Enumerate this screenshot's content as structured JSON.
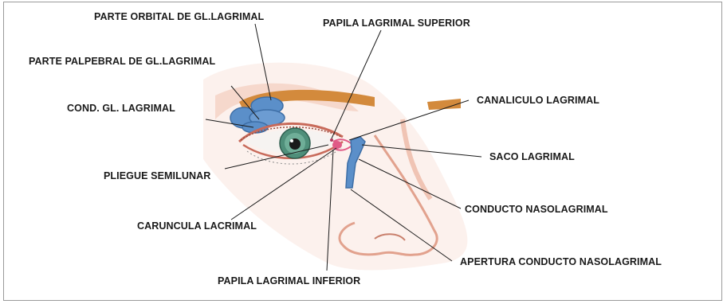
{
  "labels": {
    "orbital": "PARTE ORBITAL DE GL.LAGRIMAL",
    "palpebral": "PARTE PALPEBRAL DE GL.LAGRIMAL",
    "conductos_glandula": "COND. GL. LAGRIMAL",
    "pliegue": "PLIEGUE SEMILUNAR",
    "caruncula": "CARUNCULA LACRIMAL",
    "papila_inferior": "PAPILA LAGRIMAL INFERIOR",
    "papila_superior": "PAPILA LAGRIMAL SUPERIOR",
    "canaliculo": "CANALICULO LAGRIMAL",
    "saco": "SACO LAGRIMAL",
    "conducto": "CONDUCTO NASOLAGRIMAL",
    "apertura": "APERTURA CONDUCTO NASOLAGRIMAL"
  },
  "colors": {
    "gland": "#5b8fc9",
    "duct": "#5b8fc9",
    "eyebrow": "#d38a3c",
    "iris": "#4f8f7a",
    "skin_shade": "#e9b7a4",
    "caruncle": "#e05a86",
    "leader_line": "#1a1a1a"
  }
}
